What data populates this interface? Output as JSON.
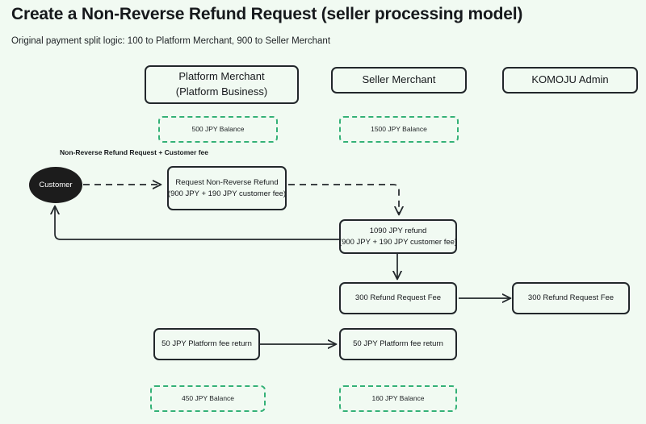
{
  "page": {
    "title": "Create a Non-Reverse Refund Request (seller processing model)",
    "subtitle": "Original payment split logic: 100 to Platform Merchant, 900 to Seller Merchant",
    "background_color": "#f1faf2",
    "node_border_color": "#22272b",
    "balance_border_color": "#34b177",
    "actor_fill_color": "#1c1c1c"
  },
  "columns": [
    {
      "id": "platform-merchant",
      "title_line1": "Platform Merchant",
      "title_line2": "(Platform Business)"
    },
    {
      "id": "seller-merchant",
      "title_line1": "Seller Merchant",
      "title_line2": ""
    },
    {
      "id": "komoju-admin",
      "title_line1": "KOMOJU Admin",
      "title_line2": ""
    }
  ],
  "actors": [
    {
      "id": "customer",
      "label": "Customer"
    }
  ],
  "balances": {
    "opening": [
      {
        "id": "platform-opening-balance",
        "label": "500 JPY Balance",
        "amount": 500,
        "currency": "JPY",
        "column": "platform-merchant"
      },
      {
        "id": "seller-opening-balance",
        "label": "1500 JPY Balance",
        "amount": 1500,
        "currency": "JPY",
        "column": "seller-merchant"
      }
    ],
    "closing": [
      {
        "id": "platform-closing-balance",
        "label": "450 JPY Balance",
        "amount": 450,
        "currency": "JPY",
        "column": "platform-merchant"
      },
      {
        "id": "seller-closing-balance",
        "label": "160 JPY Balance",
        "amount": 160,
        "currency": "JPY",
        "column": "seller-merchant"
      }
    ]
  },
  "steps": [
    {
      "id": "request-non-reverse-refund",
      "line1": "Request Non-Reverse Refund",
      "line2": "(900 JPY + 190 JPY customer fee)",
      "column": "platform-merchant"
    },
    {
      "id": "refund-1090",
      "line1": "1090 JPY refund",
      "line2": "(900 JPY + 190 JPY customer fee)",
      "column": "seller-merchant"
    },
    {
      "id": "refund-request-fee-seller",
      "line1": "300 Refund Request Fee",
      "line2": "",
      "column": "seller-merchant"
    },
    {
      "id": "refund-request-fee-admin",
      "line1": "300 Refund Request Fee",
      "line2": "",
      "column": "komoju-admin"
    },
    {
      "id": "platform-fee-return-source",
      "line1": "50 JPY Platform fee return",
      "line2": "",
      "column": "platform-merchant"
    },
    {
      "id": "platform-fee-return-target",
      "line1": "50 JPY Platform fee return",
      "line2": "",
      "column": "seller-merchant"
    }
  ],
  "edge_labels": [
    {
      "id": "refund-request-label",
      "line1": "Non-Reverse Refund Request +",
      "line2": "Customer fee"
    }
  ]
}
